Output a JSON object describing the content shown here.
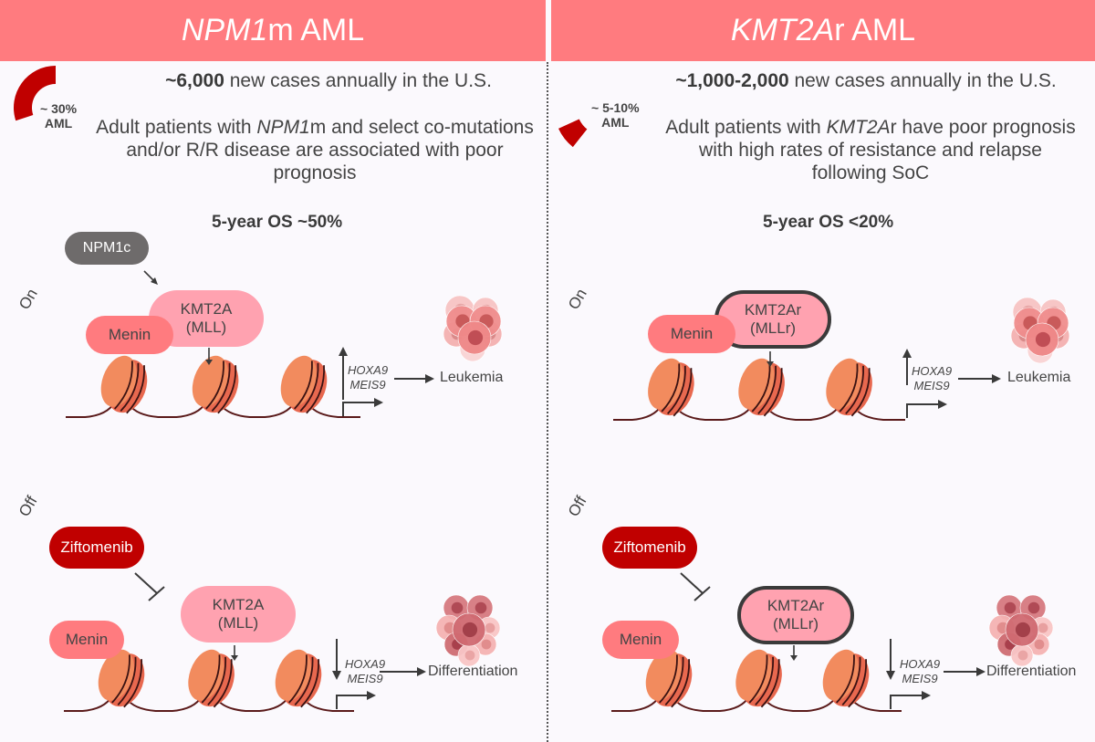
{
  "colors": {
    "header_bg": "#ff7b7f",
    "gauge": "#c00000",
    "menin": "#ff7b7f",
    "kmt2a": "#ffa2b0",
    "npm1c": "#6e6b6b",
    "ziftomenib": "#c00000",
    "nucleosome_light": "#f28b5e",
    "nucleosome_dark": "#e8684f",
    "dna": "#5a1a1a"
  },
  "left": {
    "title_italic": "NPM1",
    "title_rest": "m AML",
    "gauge": {
      "label_line1": "~ 30%",
      "label_line2": "AML",
      "fraction": 0.3
    },
    "cases_bold": "~6,000",
    "cases_rest": " new cases annually in the U.S.",
    "desc_pre": "Adult patients with ",
    "desc_italic": "NPM1",
    "desc_post": "m and select co-mutations and/or R/R disease are associated with poor prognosis",
    "os": "5-year OS ~50%",
    "on": {
      "state": "On",
      "npm1c": "NPM1c",
      "menin": "Menin",
      "kmt2a_line1": "KMT2A",
      "kmt2a_line2": "(MLL)",
      "gene1": "HOXA9",
      "gene2": "MEIS9",
      "outcome": "Leukemia"
    },
    "off": {
      "state": "Off",
      "drug": "Ziftomenib",
      "menin": "Menin",
      "kmt2a_line1": "KMT2A",
      "kmt2a_line2": "(MLL)",
      "gene1": "HOXA9",
      "gene2": "MEIS9",
      "outcome": "Differentiation"
    }
  },
  "right": {
    "title_italic": "KMT2A",
    "title_rest": "r AML",
    "gauge": {
      "label_line1": "~ 5-10%",
      "label_line2": "AML",
      "fraction": 0.075
    },
    "cases_bold": "~1,000-2,000",
    "cases_rest": " new cases annually in the U.S.",
    "desc_pre": "Adult patients with ",
    "desc_italic": "KMT2A",
    "desc_post": "r have poor prognosis with high rates of resistance and relapse following SoC",
    "os": "5-year OS <20%",
    "on": {
      "state": "On",
      "menin": "Menin",
      "kmt2a_line1": "KMT2Ar",
      "kmt2a_line2": "(MLLr)",
      "gene1": "HOXA9",
      "gene2": "MEIS9",
      "outcome": "Leukemia"
    },
    "off": {
      "state": "Off",
      "drug": "Ziftomenib",
      "menin": "Menin",
      "kmt2a_line1": "KMT2Ar",
      "kmt2a_line2": "(MLLr)",
      "gene1": "HOXA9",
      "gene2": "MEIS9",
      "outcome": "Differentiation"
    }
  }
}
